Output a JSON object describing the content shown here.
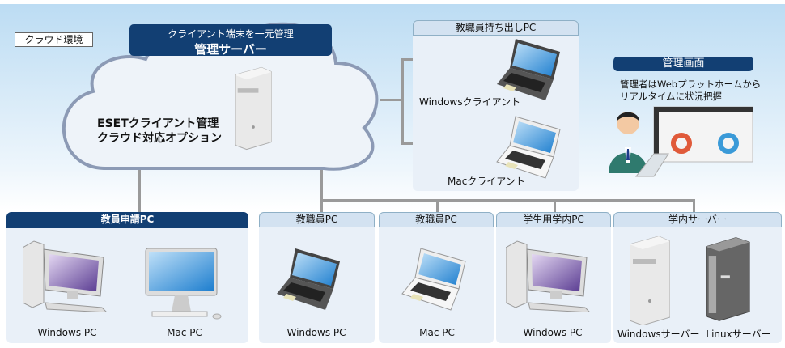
{
  "cloud": {
    "env_label": "クラウド環境",
    "title_sub": "クライアント端末を一元管理",
    "title_main": "管理サーバー",
    "option_line1": "ESETクライアント管理",
    "option_line2": "クラウド対応オプション"
  },
  "mobile": {
    "header": "教職員持ち出しPC",
    "windows_label": "Windowsクライアント",
    "mac_label": "Macクライアント"
  },
  "console": {
    "header": "管理画面",
    "desc_line1": "管理者はWebプラットホームから",
    "desc_line2": "リアルタイムに状況把握"
  },
  "groups": [
    {
      "header": "教員申請PC",
      "items": [
        "Windows PC",
        "Mac PC"
      ]
    },
    {
      "header": "教職員PC",
      "items": [
        "Windows PC"
      ]
    },
    {
      "header": "教職員PC",
      "items": [
        "Mac PC"
      ]
    },
    {
      "header": "学生用学内PC",
      "items": [
        "Windows PC"
      ]
    },
    {
      "header": "学内サーバー",
      "items": [
        "Windowsサーバー",
        "Linuxサーバー"
      ]
    }
  ],
  "colors": {
    "navy": "#123f73",
    "box": "#e9f0f8",
    "line": "#9a9a9a"
  }
}
